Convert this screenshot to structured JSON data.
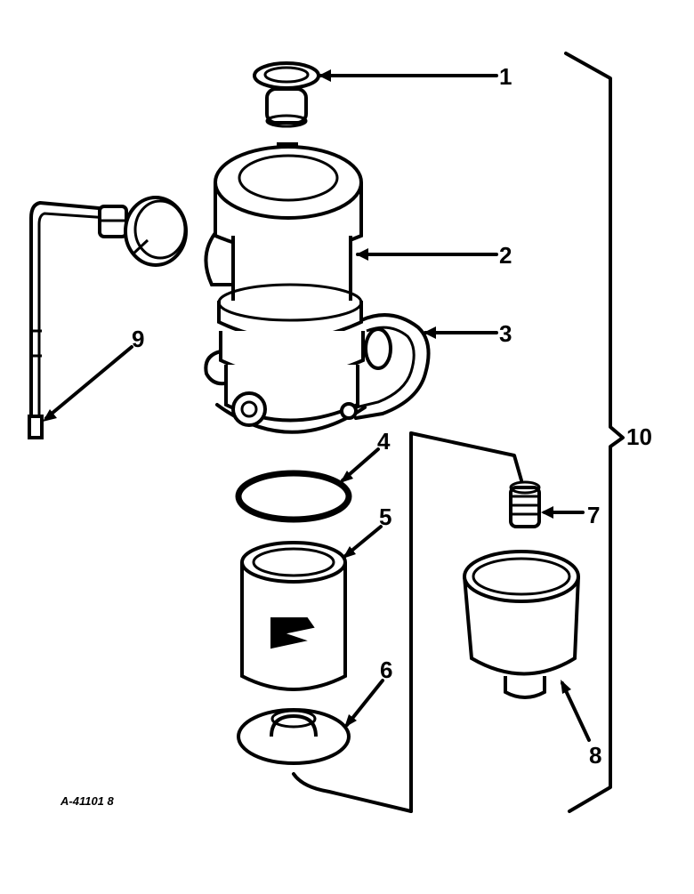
{
  "callouts": {
    "c1": "1",
    "c2": "2",
    "c3": "3",
    "c4": "4",
    "c5": "5",
    "c6": "6",
    "c7": "7",
    "c8": "8",
    "c9": "9",
    "c10": "10"
  },
  "figure_id": "A-41101 8"
}
